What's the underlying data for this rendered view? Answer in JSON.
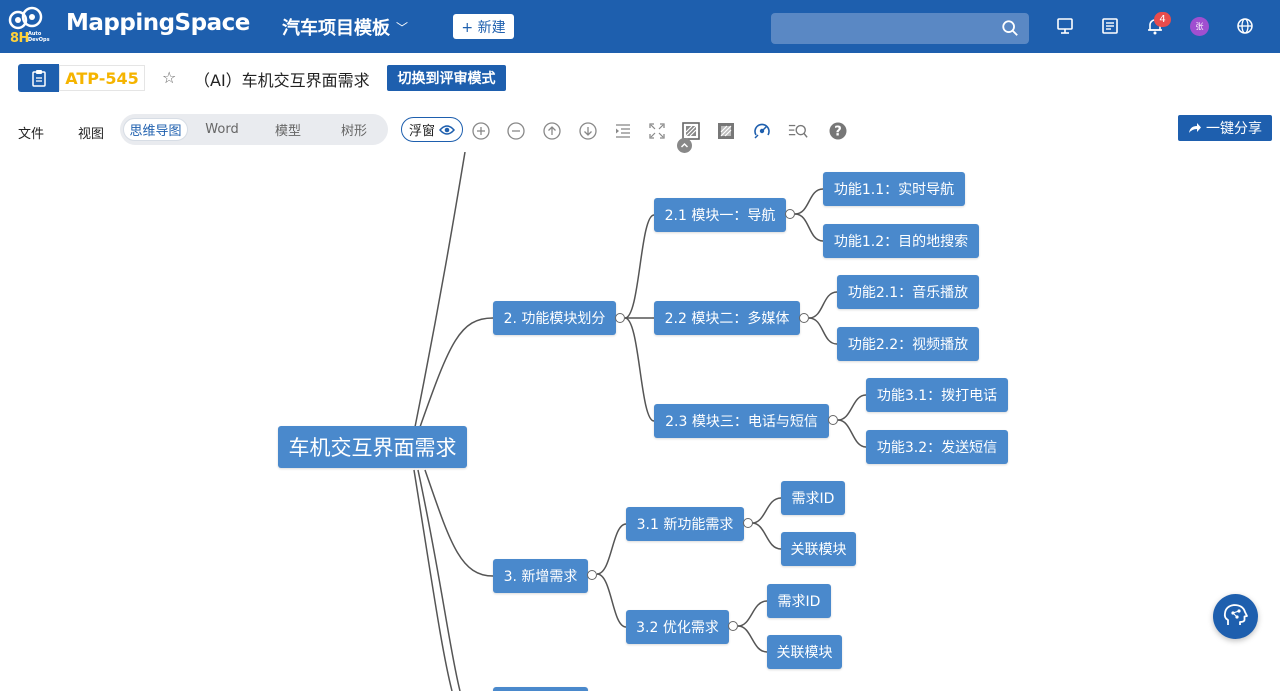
{
  "header": {
    "logo_text": "8H",
    "logo_sub_1": "Auto",
    "logo_sub_2": "DevOps",
    "brand": "MappingSpace",
    "project": "汽车项目模板",
    "new_label": "+ 新建",
    "search_placeholder": "",
    "notification_count": "4",
    "avatar_text": "张"
  },
  "titlebar": {
    "doc_id": "ATP-545",
    "doc_title": "（AI）车机交互界面需求",
    "review_button": "切换到评审模式"
  },
  "toolbar": {
    "file": "文件",
    "view": "视图",
    "tabs": [
      "思维导图",
      "Word",
      "模型",
      "树形"
    ],
    "float_label": "浮窗",
    "share_label": "一键分享"
  },
  "mindmap": {
    "root": "车机交互界面需求",
    "n2": "2. 功能模块划分",
    "n21": "2.1 模块一：导航",
    "n211": "功能1.1：实时导航",
    "n212": "功能1.2：目的地搜索",
    "n22": "2.2 模块二：多媒体",
    "n221": "功能2.1：音乐播放",
    "n222": "功能2.2：视频播放",
    "n23": "2.3 模块三：电话与短信",
    "n231": "功能3.1：拨打电话",
    "n232": "功能3.2：发送短信",
    "n3": "3. 新增需求",
    "n31": "3.1 新功能需求",
    "n311": "需求ID",
    "n312": "关联模块",
    "n32": "3.2 优化需求",
    "n321": "需求ID",
    "n322": "关联模块"
  },
  "colors": {
    "header": "#1e5fae",
    "node": "#4a89cc",
    "doc_id": "#f5b400"
  }
}
